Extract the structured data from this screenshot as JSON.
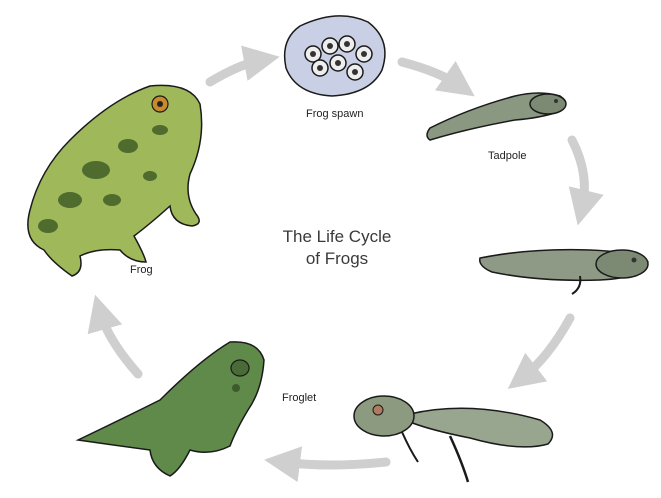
{
  "diagram": {
    "title_line1": "The Life Cycle",
    "title_line2": "of Frogs",
    "stages": {
      "frog_spawn": "Frog spawn",
      "tadpole": "Tadpole",
      "froglet": "Froglet",
      "frog": "Frog"
    },
    "colors": {
      "arrow": "#cfcfcf",
      "frog_body": "#9fb85a",
      "frog_spots": "#4f6b2e",
      "tadpole": "#7f8f77",
      "spawn_bg": "#c9cfe4",
      "egg": "#eeeeee",
      "outline": "#1a1a1a"
    }
  }
}
